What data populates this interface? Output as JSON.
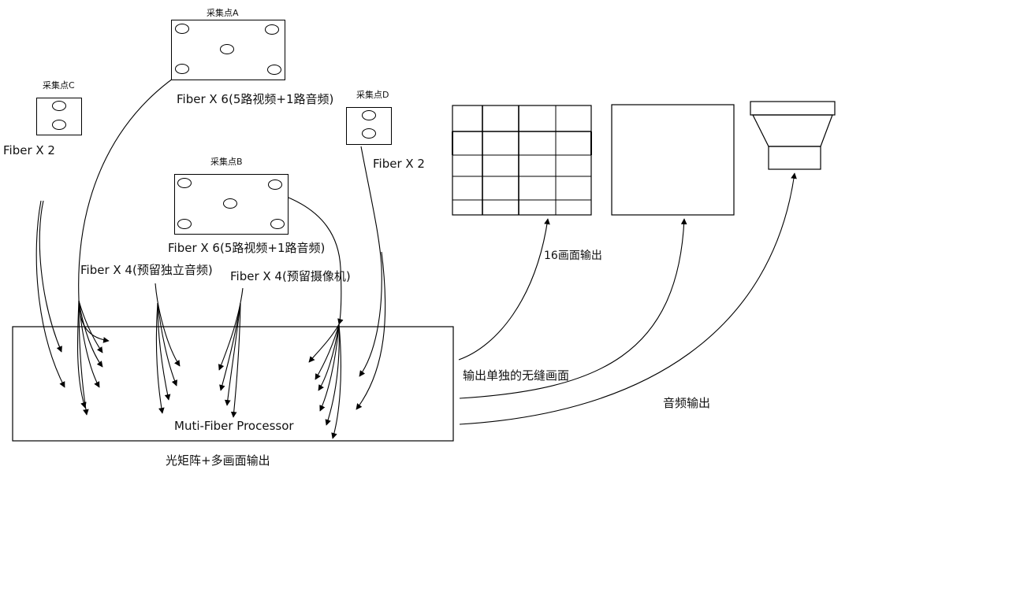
{
  "collection_points": {
    "a": {
      "title": "采集点A",
      "fiber": "Fiber X 6(5路视频+1路音频)"
    },
    "b": {
      "title": "采集点B",
      "fiber": "Fiber X 6(5路视频+1路音频)"
    },
    "c": {
      "title": "采集点C",
      "fiber": "Fiber X 2"
    },
    "d": {
      "title": "采集点D",
      "fiber": "Fiber X 2"
    }
  },
  "reserved": {
    "audio": "Fiber X 4(预留独立音频)",
    "camera": "Fiber X 4(预留摄像机)"
  },
  "processor": {
    "label": "Muti-Fiber Processor",
    "caption": "光矩阵+多画面输出"
  },
  "outputs": {
    "multiview": "16画面输出",
    "seamless": "输出单独的无缝画面",
    "audio": "音频输出"
  },
  "colors": {
    "line": "#000000",
    "background": "#ffffff",
    "text": "#111111"
  },
  "icons": [
    "multiview-grid-icon",
    "single-screen-icon",
    "speaker-icon"
  ]
}
